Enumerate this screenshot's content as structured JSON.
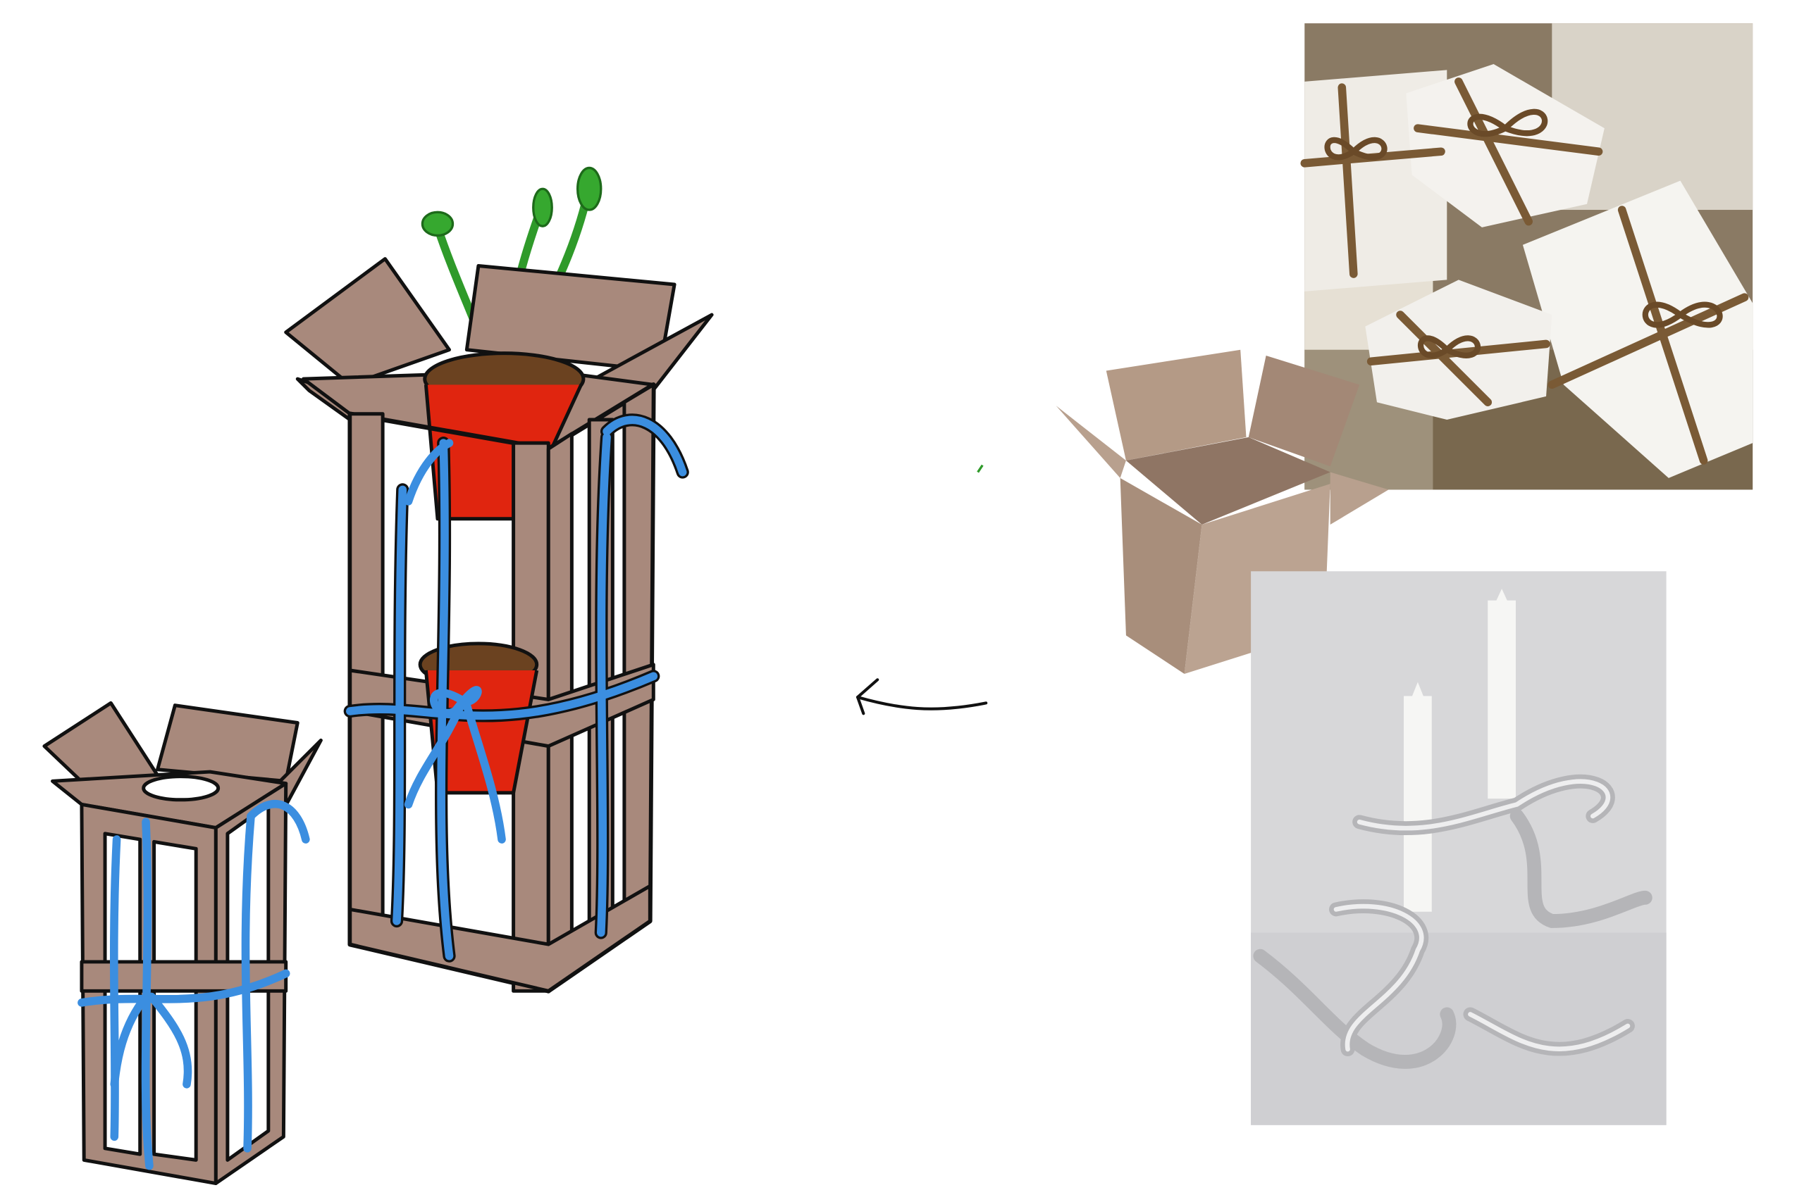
{
  "board": {
    "description_items": [
      "large-cardboard-frame-sketch",
      "small-cardboard-frame-sketch",
      "reference-arrow",
      "gift-boxes-photo",
      "cardboard-box-photo",
      "silver-ribbon-candles-photo"
    ]
  },
  "colors": {
    "cardboard": "#a8897c",
    "outline": "#111111",
    "ribbon": "#3b8ee0",
    "pot": "#e0250f",
    "soil": "#6b4220",
    "plant": "#2f9a2a",
    "gift_paper": "#f1efea",
    "gift_ribbon": "#7a5a35",
    "photo_bg_gifts": "#8a7a64",
    "photo_bg_candles": "#d7d7d9"
  }
}
